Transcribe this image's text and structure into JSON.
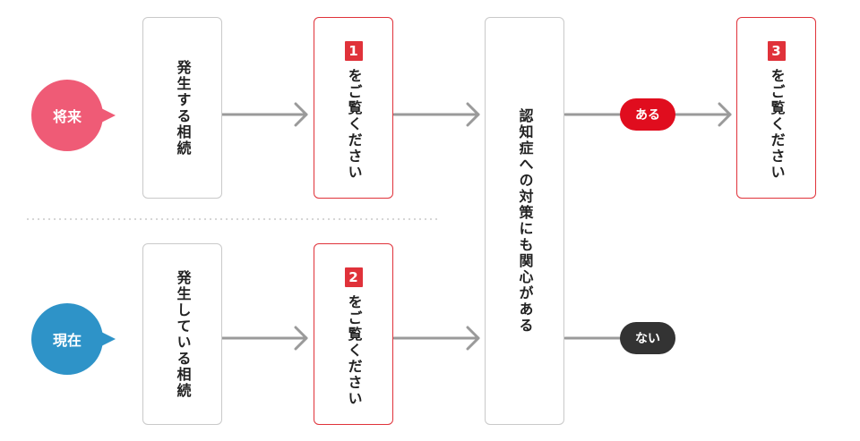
{
  "future": {
    "label": "将来",
    "color": "#ef5b76"
  },
  "present": {
    "label": "現在",
    "color": "#2e93c8"
  },
  "box_future_case": {
    "text": "発生する相続"
  },
  "box_present_case": {
    "text": "発生している相続"
  },
  "box_see_1": {
    "number": "1",
    "text": "をご覧ください"
  },
  "box_see_2": {
    "number": "2",
    "text": "をご覧ください"
  },
  "box_dementia": {
    "text": "認知症への対策にも関心がある"
  },
  "yes": {
    "label": "ある",
    "color": "#e00d1e"
  },
  "no": {
    "label": "ない",
    "color": "#333333"
  },
  "box_see_3": {
    "number": "3",
    "text": "をご覧ください"
  },
  "colors": {
    "accent": "#e0323a",
    "arrow": "#9a9a9a",
    "border": "#c9c9c9"
  }
}
